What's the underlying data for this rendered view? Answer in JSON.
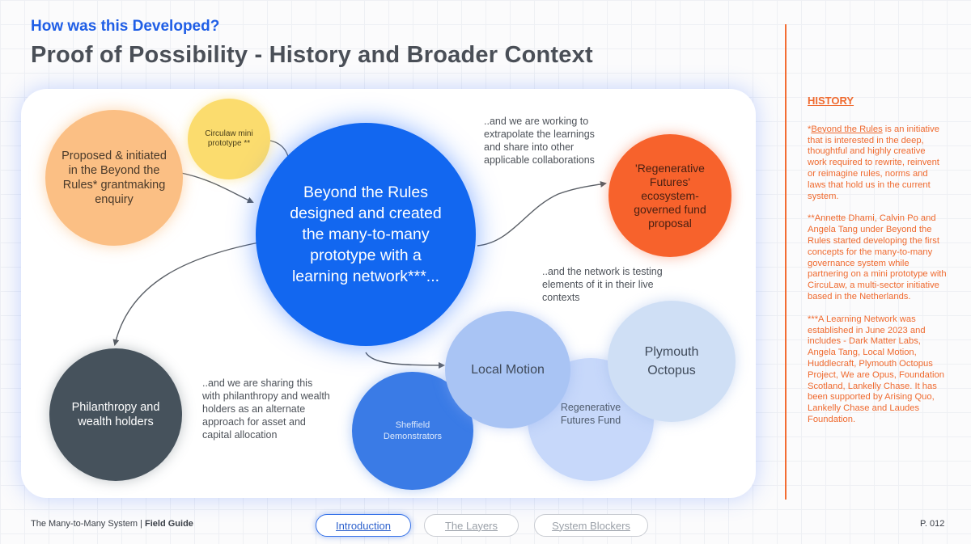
{
  "header": {
    "supertitle": "How was this Developed?",
    "title": "Proof of Possibility - History and Broader Context"
  },
  "nodes": {
    "proposed": "Proposed & initiated in the Beyond the Rules* grantmaking enquiry",
    "circulaw": "Circulaw mini prototype **",
    "beyond": "Beyond the Rules designed and created the many-to-many prototype with a learning network***...",
    "regen_proposal": "'Regenerative Futures' ecosystem-governed fund proposal",
    "philanthropy": "Philanthropy and wealth holders",
    "local_motion": "Local Motion",
    "plymouth": "Plymouth Octopus",
    "sheffield": "Sheffield Demonstrators",
    "rff": "Regenerative Futures Fund"
  },
  "annotations": {
    "extrapolate": "..and we are working to extrapolate the learnings and share into other applicable collaborations",
    "network": "..and the network is testing elements of it in their live contexts",
    "sharing": "..and we are sharing this with philanthropy and wealth holders as an alternate approach for asset and capital allocation"
  },
  "sidebar": {
    "heading": "HISTORY",
    "p1_link": "Beyond the Rules",
    "p1_prefix": "*",
    "p1_rest": " is an initiative that is interested in the deep, thoughtful and highly creative work required to rewrite, reinvent or reimagine rules, norms and laws that hold us in the current system.",
    "p2": "**Annette Dhami, Calvin Po and Angela Tang under Beyond the Rules started developing the first concepts for the many-to-many governance system while partnering on a mini prototype with CircuLaw, a multi-sector initiative based in the Netherlands.",
    "p3": "***A Learning Network was established in June 2023 and includes - Dark Matter Labs, Angela Tang, Local Motion, Huddlecraft, Plymouth Octopus Project, We are Opus, Foundation Scotland, Lankelly Chase. It has been supported by Arising Quo, Lankelly Chase and Laudes Foundation."
  },
  "footer": {
    "guide_name": "The Many-to-Many System | ",
    "guide_bold": "Field Guide",
    "nav": [
      "Introduction",
      "The Layers",
      "System Blockers"
    ],
    "active_nav": "Introduction",
    "page_number": "P. 012"
  },
  "colors": {
    "accent_blue": "#1267f0",
    "accent_orange": "#f36d33",
    "proposed": "#fbbf84",
    "circulaw": "#fbdc6e",
    "regen_proposal": "#f7622c",
    "philanthropy": "#46525c"
  }
}
